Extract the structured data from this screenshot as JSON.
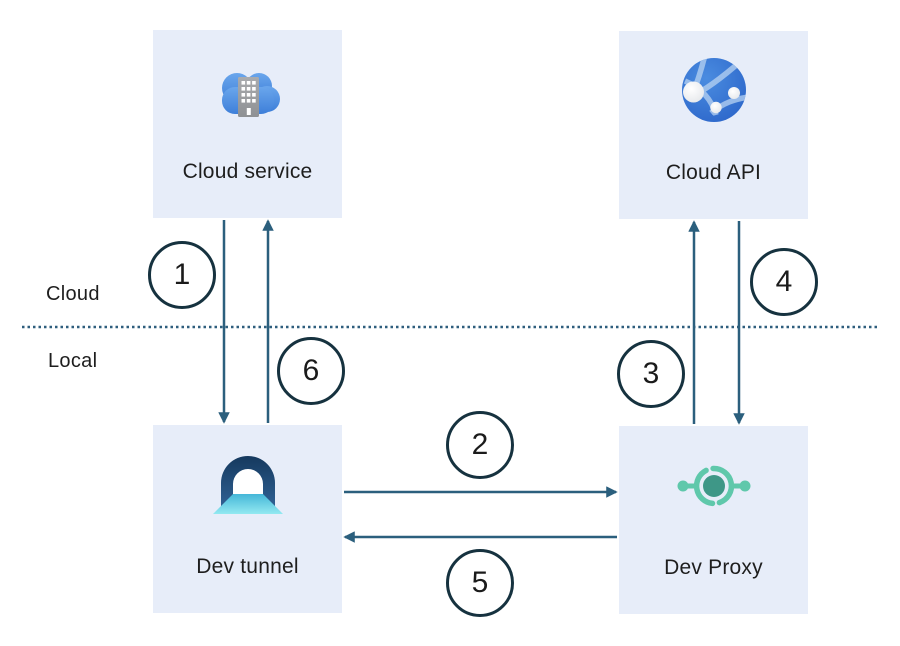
{
  "diagram_type": "architecture-flow",
  "nodes": [
    {
      "id": "cloud-service",
      "label": "Cloud service",
      "icon": "cloud-building-icon",
      "zone": "cloud"
    },
    {
      "id": "cloud-api",
      "label": "Cloud API",
      "icon": "globe-network-icon",
      "zone": "cloud"
    },
    {
      "id": "dev-tunnel",
      "label": "Dev tunnel",
      "icon": "tunnel-icon",
      "zone": "local"
    },
    {
      "id": "dev-proxy",
      "label": "Dev Proxy",
      "icon": "proxy-icon",
      "zone": "local"
    }
  ],
  "regions": {
    "cloud": "Cloud",
    "local": "Local"
  },
  "steps": [
    "1",
    "2",
    "3",
    "4",
    "5",
    "6"
  ],
  "edges": [
    {
      "step": "1",
      "from": "cloud-service",
      "to": "dev-tunnel",
      "direction": "down"
    },
    {
      "step": "2",
      "from": "dev-tunnel",
      "to": "dev-proxy",
      "direction": "right"
    },
    {
      "step": "3",
      "from": "dev-proxy",
      "to": "cloud-api",
      "direction": "up"
    },
    {
      "step": "4",
      "from": "cloud-api",
      "to": "dev-proxy",
      "direction": "down"
    },
    {
      "step": "5",
      "from": "dev-proxy",
      "to": "dev-tunnel",
      "direction": "left"
    },
    {
      "step": "6",
      "from": "dev-tunnel",
      "to": "cloud-service",
      "direction": "up"
    }
  ],
  "colors": {
    "node_fill": "#e7edf9",
    "arrow": "#2b5f7d",
    "step_circle_border": "#16323f",
    "divider_dotted": "#2e5e7d",
    "text": "#1e1e1e",
    "proxy_teal": "#5fc8ab",
    "proxy_teal_dark": "#3e9787",
    "tunnel_navy": "#15395e",
    "tunnel_cyan": "#49bbd9",
    "cloud_blue": "#3e7fd9"
  }
}
